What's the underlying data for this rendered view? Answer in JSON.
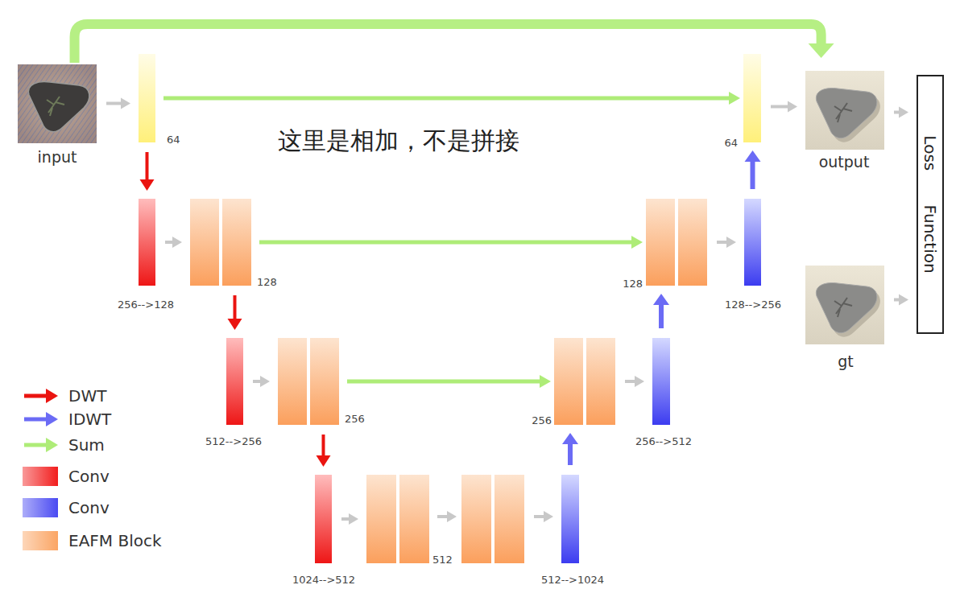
{
  "diagram": {
    "nodes": [
      {
        "text": [
          "input"
        ]
      },
      {
        "text": [
          "64"
        ]
      },
      {
        "text": [
          "64"
        ]
      },
      {
        "text": [
          "output"
        ]
      },
      {
        "text": [
          "Loss Function"
        ]
      },
      {
        "text": [
          "256-->128"
        ]
      },
      {
        "text": [
          "128"
        ]
      },
      {
        "text": [
          "128"
        ]
      },
      {
        "text": [
          "128-->256"
        ]
      },
      {
        "text": [
          "gt"
        ]
      },
      {
        "text": [
          "512-->256"
        ]
      },
      {
        "text": [
          "256"
        ]
      },
      {
        "text": [
          "256"
        ]
      },
      {
        "text": [
          "256-->512"
        ]
      },
      {
        "text": [
          "1024-->512"
        ]
      },
      {
        "text": [
          "512"
        ]
      },
      {
        "text": [
          "512-->1024"
        ]
      }
    ],
    "edges": [
      {
        "from": 0,
        "to": 1,
        "arrow": "to"
      },
      {
        "from": 1,
        "to": 2,
        "arrow": "to"
      },
      {
        "from": 2,
        "to": 3,
        "arrow": "to"
      },
      {
        "from": 0,
        "to": 3,
        "arrow": "to"
      },
      {
        "from": 3,
        "to": 4,
        "arrow": "to"
      },
      {
        "from": 9,
        "to": 4,
        "arrow": "to"
      },
      {
        "from": 1,
        "to": 5,
        "arrow": "to"
      },
      {
        "from": 5,
        "to": 6,
        "arrow": "to"
      },
      {
        "from": 6,
        "to": 7,
        "arrow": "to"
      },
      {
        "from": 7,
        "to": 8,
        "arrow": "to"
      },
      {
        "from": 8,
        "to": 2,
        "arrow": "to"
      },
      {
        "from": 6,
        "to": 10,
        "arrow": "to"
      },
      {
        "from": 10,
        "to": 11,
        "arrow": "to"
      },
      {
        "from": 11,
        "to": 12,
        "arrow": "to"
      },
      {
        "from": 12,
        "to": 13,
        "arrow": "to"
      },
      {
        "from": 13,
        "to": 7,
        "arrow": "to"
      },
      {
        "from": 11,
        "to": 14,
        "arrow": "to"
      },
      {
        "from": 14,
        "to": 15,
        "arrow": "to"
      },
      {
        "from": 16,
        "to": 12,
        "arrow": "to"
      }
    ],
    "labels": [
      "这里是相加，不是拼接"
    ],
    "legend": [
      {
        "text": "DWT"
      },
      {
        "text": "IDWT"
      },
      {
        "text": "Sum"
      },
      {
        "text": "Conv",
        "color": "#f21d1d"
      },
      {
        "text": "Conv",
        "color": "#4a4af2"
      },
      {
        "text": "EAFM Block",
        "color": "#fba564"
      }
    ]
  }
}
